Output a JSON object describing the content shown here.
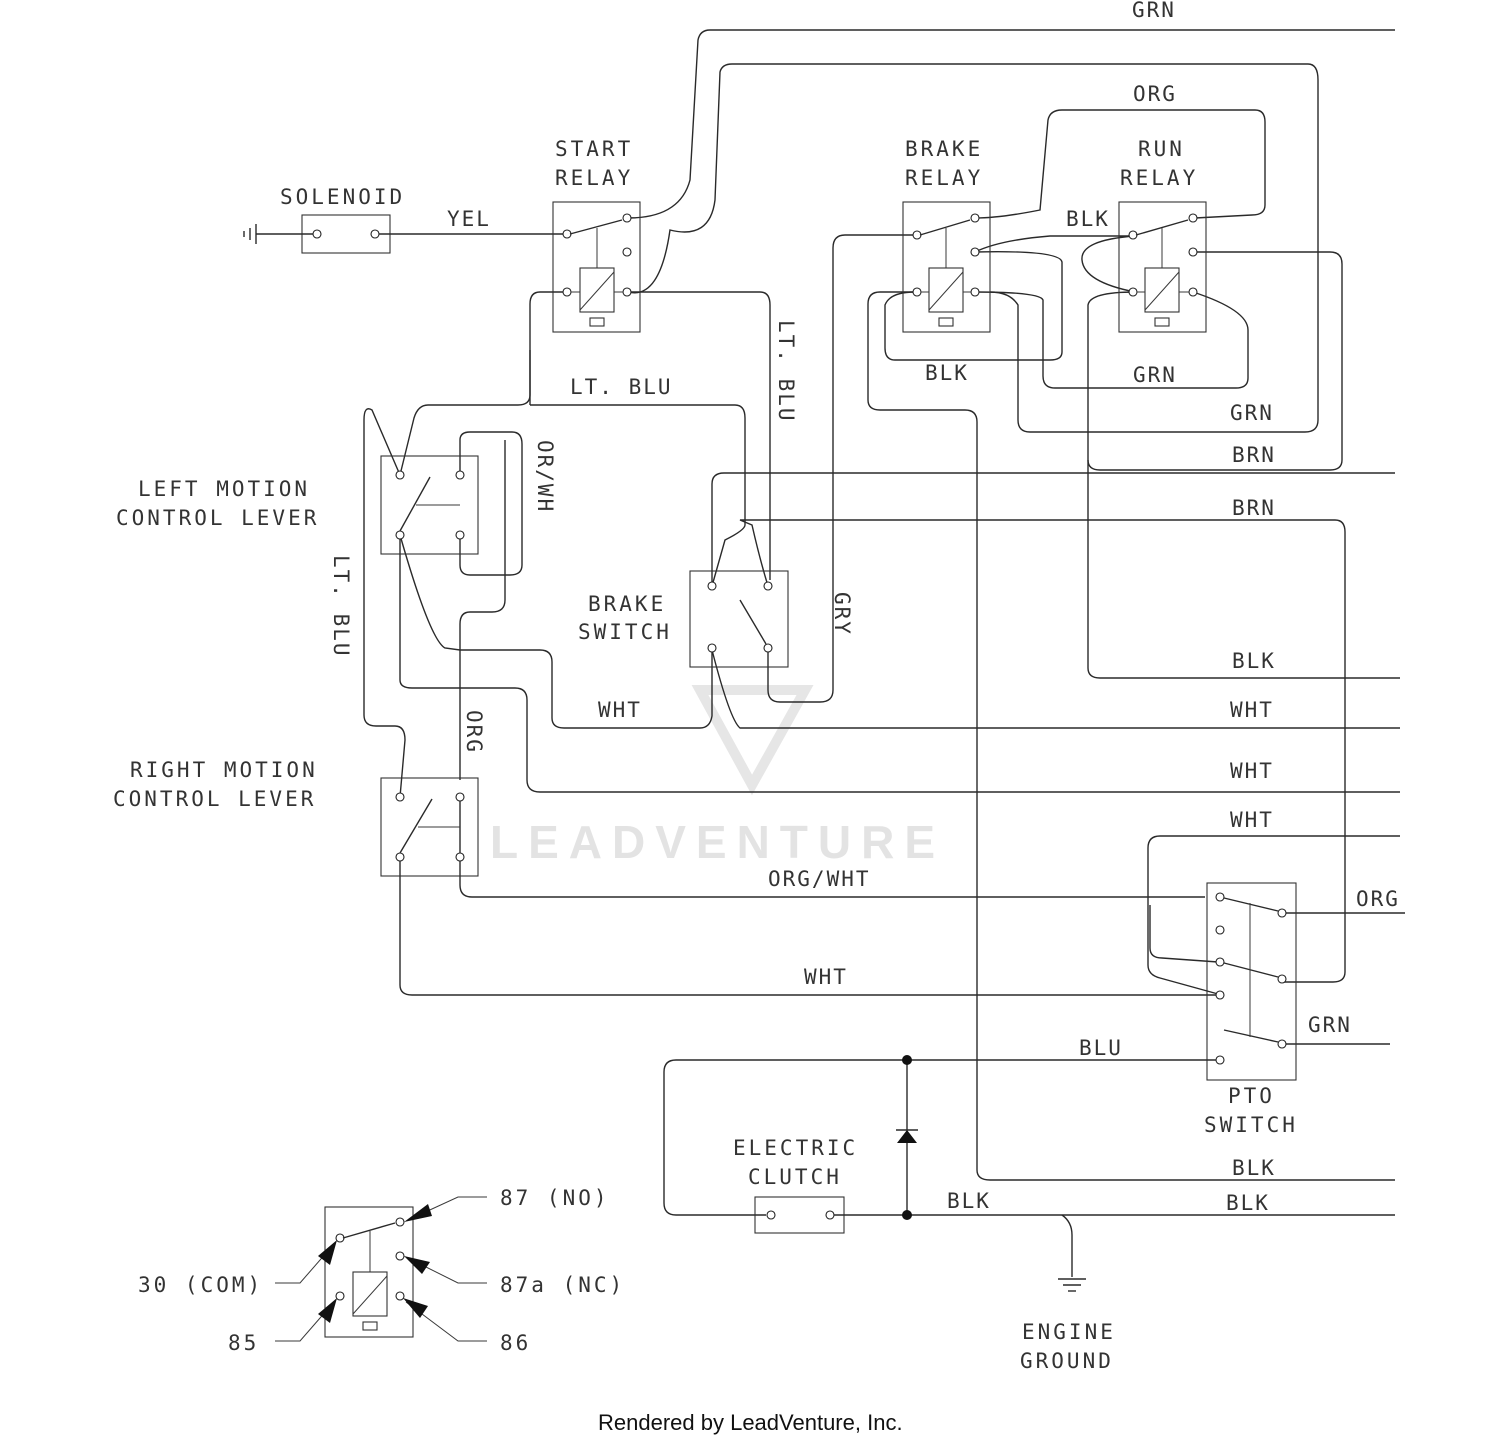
{
  "watermark": "LEADVENTURE",
  "footer": "Rendered by LeadVenture, Inc.",
  "components": {
    "solenoid": "SOLENOID",
    "start_relay": [
      "START",
      "RELAY"
    ],
    "brake_relay": [
      "BRAKE",
      "RELAY"
    ],
    "run_relay": [
      "RUN",
      "RELAY"
    ],
    "left_lever": [
      "LEFT MOTION",
      "CONTROL LEVER"
    ],
    "right_lever": [
      "RIGHT MOTION",
      "CONTROL LEVER"
    ],
    "brake_switch": [
      "BRAKE",
      "SWITCH"
    ],
    "pto_switch": [
      "PTO",
      "SWITCH"
    ],
    "electric_clutch": [
      "ELECTRIC",
      "CLUTCH"
    ],
    "engine_ground": [
      "ENGINE",
      "GROUND"
    ]
  },
  "wires": {
    "grn_top": "GRN",
    "org_top": "ORG",
    "yel": "YEL",
    "blk_run": "BLK",
    "lt_blu_v": "LT. BLU",
    "lt_blu_h": "LT. BLU",
    "blk_relay": "BLK",
    "grn_relay": "GRN",
    "grn_right": "GRN",
    "brn1": "BRN",
    "brn2": "BRN",
    "or_wh": "OR/WH",
    "lt_blu_left": "LT. BLU",
    "gry": "GRY",
    "blk_right": "BLK",
    "wht1": "WHT",
    "wht2": "WHT",
    "wht3": "WHT",
    "wht4": "WHT",
    "org_v": "ORG",
    "org_wht": "ORG/WHT",
    "wht5": "WHT",
    "org_pto": "ORG",
    "grn_pto": "GRN",
    "blu": "BLU",
    "blk_b1": "BLK",
    "blk_b2": "BLK",
    "blk_b3": "BLK"
  },
  "legend": {
    "no": "87 (NO)",
    "com": "30 (COM)",
    "nc": "87a (NC)",
    "p85": "85",
    "p86": "86"
  }
}
